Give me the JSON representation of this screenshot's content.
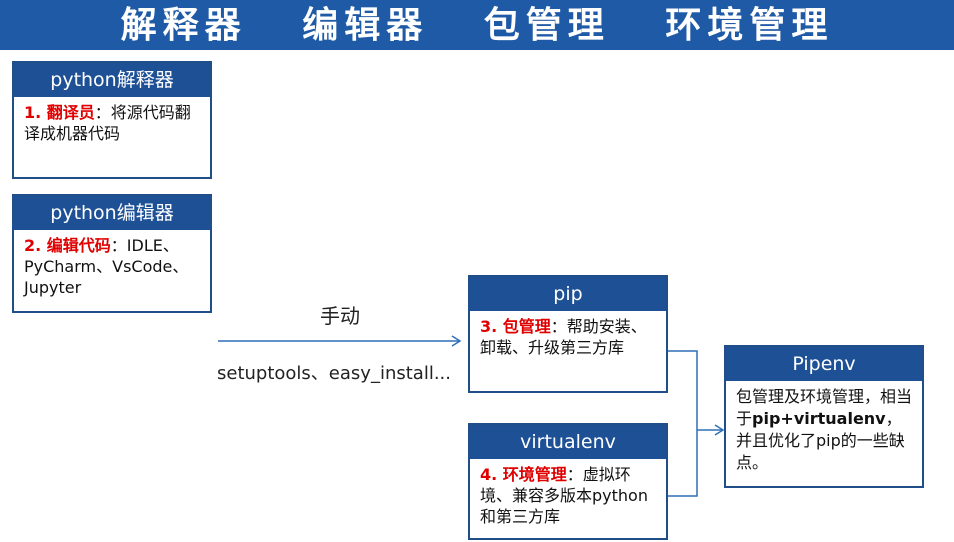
{
  "banner": {
    "title": "解释器   编辑器   包管理   环境管理"
  },
  "cards": {
    "interpreter": {
      "header": "python解释器",
      "num": "1. 翻译员",
      "text": "：将源代码翻译成机器代码"
    },
    "editor": {
      "header": "python编辑器",
      "num": "2. 编辑代码",
      "text": "：IDLE、PyCharm、VsCode、Jupyter"
    },
    "pip": {
      "header": "pip",
      "num": "3. 包管理",
      "text": "：帮助安装、卸载、升级第三方库"
    },
    "virtualenv": {
      "header": "virtualenv",
      "num": "4. 环境管理",
      "text": "：虚拟环境、兼容多版本python和第三方库"
    },
    "pipenv": {
      "header": "Pipenv",
      "text_pre": "包管理及环境管理，相当于",
      "text_bold": "pip+virtualenv",
      "text_post": "，并且优化了pip的一些缺点。"
    }
  },
  "arrow": {
    "label_top": "手动",
    "label_bottom": "setuptools、easy_install..."
  },
  "colors": {
    "banner": "#1f5aa6",
    "header": "#1e5096",
    "border": "#1f4e89",
    "highlight": "#e00000",
    "arrow": "#2f6fb8"
  }
}
